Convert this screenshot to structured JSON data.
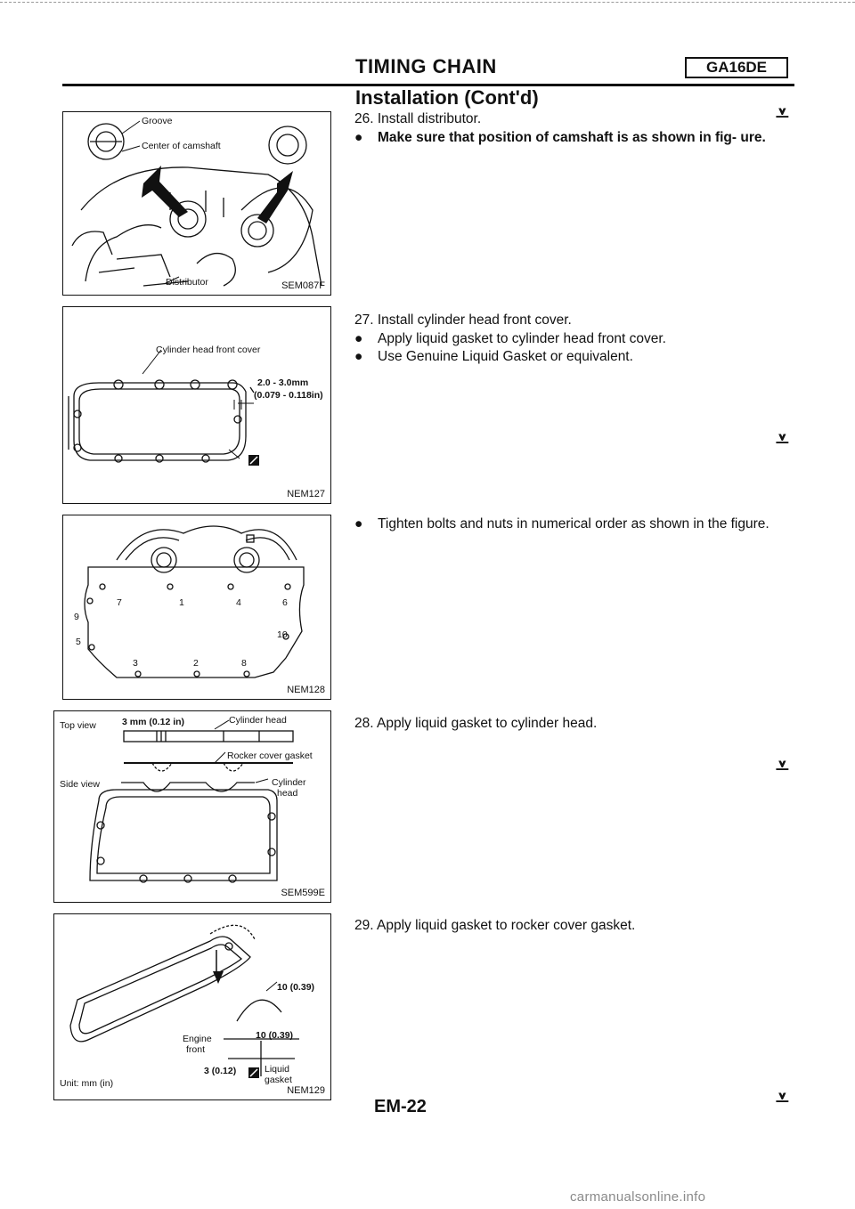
{
  "header": {
    "title": "TIMING CHAIN",
    "model_code": "GA16DE",
    "section_title": "Installation (Cont'd)"
  },
  "steps": [
    {
      "number_text": "26. Install distributor.",
      "bullets": [
        {
          "text": "Make sure that position of camshaft is as shown in fig- ure.",
          "bold": true
        }
      ]
    },
    {
      "number_text": "27. Install cylinder head front cover.",
      "bullets": [
        {
          "text": "Apply liquid gasket to cylinder head front cover.",
          "bold": false
        },
        {
          "text": "Use Genuine Liquid Gasket or equivalent.",
          "bold": false
        }
      ]
    },
    {
      "number_text": "",
      "bullets": [
        {
          "text": "Tighten bolts and nuts in numerical order as shown in the figure.",
          "bold": false
        }
      ]
    },
    {
      "number_text": "28. Apply liquid gasket to cylinder head.",
      "bullets": []
    },
    {
      "number_text": "29. Apply liquid gasket to rocker cover gasket.",
      "bullets": []
    }
  ],
  "figures": [
    {
      "code": "SEM087F",
      "labels": {
        "groove": "Groove",
        "center": "Center of camshaft",
        "distributor": "Distributor"
      }
    },
    {
      "code": "NEM127",
      "labels": {
        "cover": "Cylinder head front cover",
        "dim_mm": "2.0 - 3.0mm",
        "dim_in": "(0.079 - 0.118in)"
      }
    },
    {
      "code": "NEM128",
      "numbers": [
        "7",
        "1",
        "4",
        "6",
        "9",
        "10",
        "5",
        "3",
        "2",
        "8"
      ]
    },
    {
      "code": "SEM599E",
      "labels": {
        "top_view": "Top view",
        "dim": "3 mm (0.12 in)",
        "cyl_head": "Cylinder head",
        "rocker": "Rocker cover gasket",
        "side_view": "Side view",
        "cylinder": "Cylinder",
        "head": "head"
      }
    },
    {
      "code": "NEM129",
      "labels": {
        "dim1": "10 (0.39)",
        "dim2": "10 (0.39)",
        "engine": "Engine",
        "front": "front",
        "dim3": "3 (0.12)",
        "liquid": "Liquid",
        "gasket": "gasket",
        "unit": "Unit: mm (in)"
      }
    }
  ],
  "page_number": "EM-22",
  "footer": "carmanualsonline.info"
}
